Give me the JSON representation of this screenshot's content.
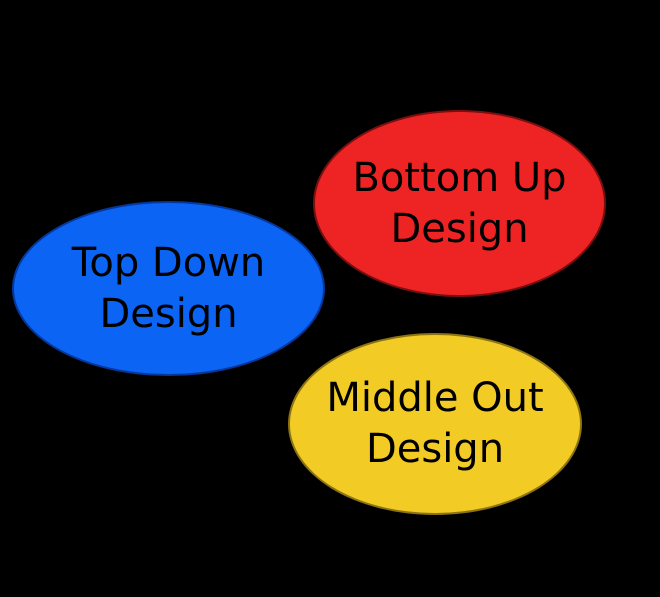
{
  "canvas": {
    "background": "#000000"
  },
  "ellipses": [
    {
      "name": "top-down-design",
      "lines": [
        "Top Down",
        "Design"
      ],
      "fill": "#0b64f4",
      "stroke": "#05379c",
      "text_color": "#000000"
    },
    {
      "name": "bottom-up-design",
      "lines": [
        "Bottom Up",
        "Design"
      ],
      "fill": "#ee2424",
      "stroke": "#7a0f0f",
      "text_color": "#000000"
    },
    {
      "name": "middle-out-design",
      "lines": [
        "Middle Out",
        "Design"
      ],
      "fill": "#f3cb25",
      "stroke": "#8c7413",
      "text_color": "#000000"
    }
  ]
}
